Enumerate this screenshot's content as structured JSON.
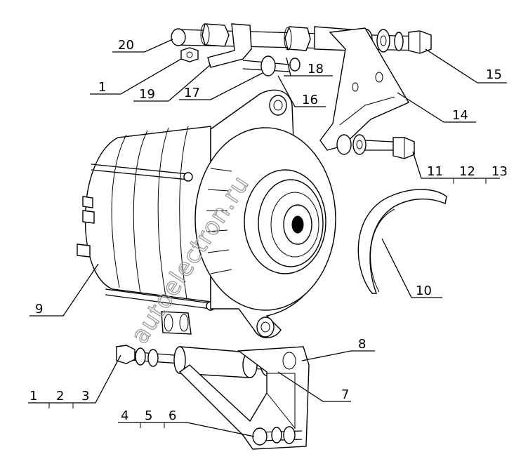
{
  "diagram": {
    "watermark": "autoelectron.ru",
    "callouts": {
      "c20": "20",
      "c1_top": "1",
      "c19": "19",
      "c17": "17",
      "c18": "18",
      "c16": "16",
      "c15": "15",
      "c14": "14",
      "c11": "11",
      "c12": "12",
      "c13": "13",
      "c10": "10",
      "c9": "9",
      "c8": "8",
      "c7": "7",
      "c1_bot": "1",
      "c2": "2",
      "c3": "3",
      "c4": "4",
      "c5": "5",
      "c6": "6"
    }
  }
}
